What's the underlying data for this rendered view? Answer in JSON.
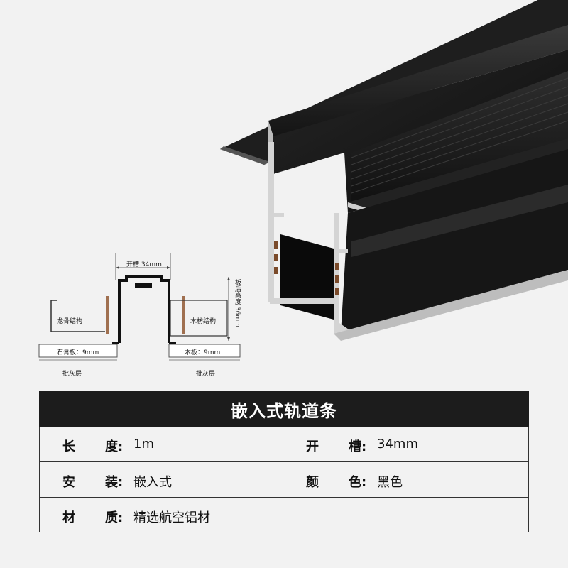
{
  "diagram": {
    "slot_width_label": "开槽 34mm",
    "height_label": "板后高度 36mm",
    "left_structure_label": "龙骨结构",
    "right_structure_label": "木枋结构",
    "left_board_label": "石膏板：9mm",
    "right_board_label": "木板：9mm",
    "left_putty_label": "批灰层",
    "right_putty_label": "批灰层"
  },
  "spec": {
    "title": "嵌入式轨道条",
    "rows": [
      [
        {
          "label_a": "长",
          "label_b": "度:",
          "value": "1m"
        },
        {
          "label_a": "开",
          "label_b": "槽:",
          "value": "34mm"
        }
      ],
      [
        {
          "label_a": "安",
          "label_b": "装:",
          "value": "嵌入式"
        },
        {
          "label_a": "颜",
          "label_b": "色:",
          "value": "黑色"
        }
      ],
      [
        {
          "label_a": "材",
          "label_b": "质:",
          "value": "精选航空铝材"
        }
      ]
    ]
  },
  "colors": {
    "background": "#f2f2f2",
    "header_bg": "#1c1c1c",
    "rail_black": "#1a1a1a",
    "aluminium": "#d0d0d0"
  }
}
